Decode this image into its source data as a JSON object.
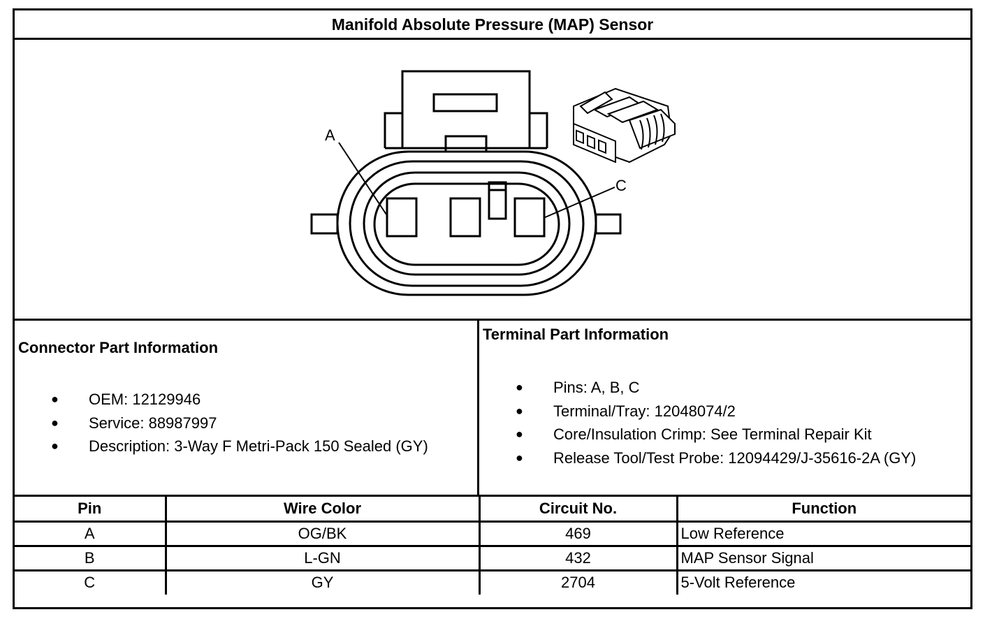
{
  "title": "Manifold Absolute Pressure (MAP) Sensor",
  "diagram": {
    "label_a": "A",
    "label_c": "C"
  },
  "connector": {
    "heading": "Connector Part Information",
    "items": [
      "OEM: 12129946",
      "Service: 88987997",
      "Description: 3-Way F Metri-Pack 150 Sealed (GY)"
    ]
  },
  "terminal": {
    "heading": "Terminal Part Information",
    "items": [
      "Pins: A, B, C",
      "Terminal/Tray: 12048074/2",
      "Core/Insulation Crimp: See Terminal Repair Kit",
      "Release Tool/Test Probe: 12094429/J-35616-2A (GY)"
    ]
  },
  "pin_table": {
    "headers": [
      "Pin",
      "Wire Color",
      "Circuit No.",
      "Function"
    ],
    "rows": [
      [
        "A",
        "OG/BK",
        "469",
        "Low Reference"
      ],
      [
        "B",
        "L-GN",
        "432",
        "MAP Sensor Signal"
      ],
      [
        "C",
        "GY",
        "2704",
        "5-Volt Reference"
      ]
    ]
  },
  "bullet_glyph": "●"
}
